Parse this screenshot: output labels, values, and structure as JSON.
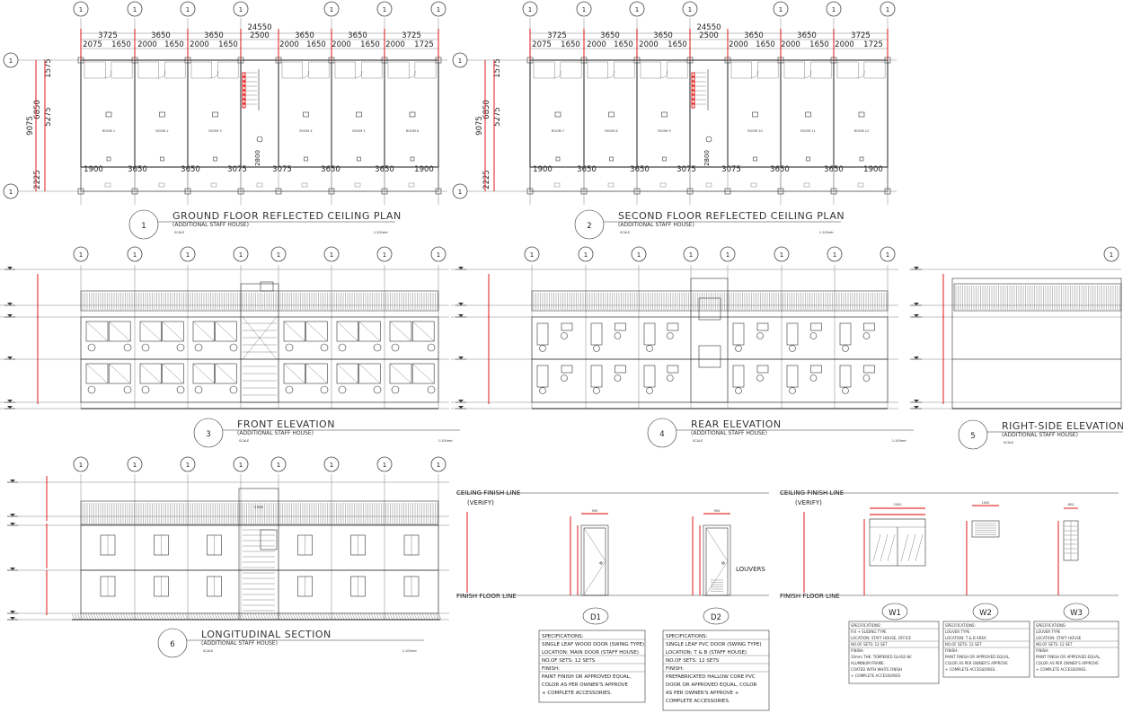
{
  "drawings": [
    {
      "num": "1",
      "title": "GROUND FLOOR REFLECTED CEILING PLAN",
      "subtitle": "(ADDITIONAL STAFF HOUSE)",
      "scale": "SCALE",
      "scale_value": "1:100mtr"
    },
    {
      "num": "2",
      "title": "SECOND FLOOR REFLECTED CEILING PLAN",
      "subtitle": "(ADDITIONAL STAFF HOUSE)",
      "scale": "SCALE",
      "scale_value": "1:100mtr"
    },
    {
      "num": "3",
      "title": "FRONT ELEVATION",
      "subtitle": "(ADDITIONAL STAFF HOUSE)",
      "scale": "SCALE",
      "scale_value": "1:100mtr"
    },
    {
      "num": "4",
      "title": "REAR ELEVATION",
      "subtitle": "(ADDITIONAL STAFF HOUSE)",
      "scale": "SCALE",
      "scale_value": "1:100mtr"
    },
    {
      "num": "5",
      "title": "RIGHT-SIDE ELEVATION",
      "subtitle": "(ADDITIONAL STAFF HOUSE)",
      "scale": "SCALE",
      "scale_value": "1:100mtr"
    },
    {
      "num": "6",
      "title": "LONGITUDINAL SECTION",
      "subtitle": "(ADDITIONAL STAFF HOUSE)",
      "scale": "SCALE",
      "scale_value": "1:100mtr"
    }
  ],
  "plan_dims": {
    "overall": "24550",
    "top_row": [
      "3725",
      "3650",
      "3650",
      "2500",
      "3650",
      "3650",
      "3725"
    ],
    "second_row": [
      "2075",
      "1650",
      "2000",
      "1650",
      "2000",
      "1650",
      "2000",
      "1650",
      "2000",
      "1650",
      "2000",
      "1725"
    ],
    "bottom_row": [
      "1900",
      "3650",
      "3650",
      "3075",
      "3075",
      "3650",
      "3650",
      "1900"
    ],
    "left": [
      "1575",
      "5275",
      "6850",
      "9075",
      "2225"
    ],
    "stair": "2800"
  },
  "room_labels_gf": [
    "ROOM 1",
    "ROOM 2",
    "ROOM 3",
    "ROOM 4",
    "ROOM 5",
    "ROOM 6"
  ],
  "room_labels_sf": [
    "ROOM 7",
    "ROOM 8",
    "ROOM 9",
    "ROOM 10",
    "ROOM 11",
    "ROOM 12"
  ],
  "grid_bubble": "1",
  "section": {
    "stair_label": "STAIR"
  },
  "doors": {
    "ceiling_line": "CEILING FINISH LINE",
    "verify": "(VERIFY)",
    "floor_line": "FINISH FLOOR LINE",
    "d1": {
      "tag": "D1",
      "width": "900",
      "louvers": ""
    },
    "d2": {
      "tag": "D2",
      "width": "900",
      "louvers": "LOUVERS"
    },
    "specs": [
      {
        "tag": "D1",
        "lines": [
          "SPECIFICATIONS:",
          "SINGLE LEAF WOOD DOOR (SWING TYPE)",
          "LOCATION: MAIN DOOR (STAFF HOUSE)",
          "NO.OF SETS: 12 SETS",
          "FINISH:",
          "PAINT FINISH OR APPROVED EQUAL,",
          "COLOR AS PER OWNER'S APPROVE",
          "+ COMPLETE ACCESSORIES."
        ]
      },
      {
        "tag": "D2",
        "lines": [
          "SPECIFICATIONS:",
          "SINGLE LEAF PVC DOOR (SWING TYPE)",
          "LOCATION: T & B (STAFF HOUSE)",
          "NO.OF SETS: 12 SETS",
          "FINISH:",
          "PREFABRICATED HALLOW CORE PVC",
          "DOOR OR APPROVED EQUAL, COLOR",
          "AS PER OWNER'S APPROVE +",
          "COMPLETE ACCESSORIES."
        ]
      }
    ]
  },
  "windows": {
    "ceiling_line": "CEILING FINISH LINE",
    "verify": "(VERIFY)",
    "floor_line": "FINISH FLOOR LINE",
    "w1": {
      "tag": "W1",
      "width": "2000"
    },
    "w2": {
      "tag": "W2",
      "width": "1000"
    },
    "w3": {
      "tag": "W3",
      "width": "600"
    },
    "specs": [
      {
        "tag": "W1",
        "lines": [
          "SPECIFICATIONS:",
          "FIX + SLIDING TYPE",
          "LOCATION: STAFF HOUSE, OFFICE",
          "NO.OF SETS: 12 SET",
          "FINISH:",
          "10mm THK. TEMPERED GLASS W/",
          "ALUMINUM FRAME.",
          "COATED WITH WHITE FINISH",
          "+ COMPLETE ACCESSORIES"
        ]
      },
      {
        "tag": "W2",
        "lines": [
          "SPECIFICATIONS:",
          "LOUVER TYPE",
          "LOCATION: T & B AREA",
          "NO.OF SETS: 12 SET",
          "FINISH:",
          "PAINT FINISH OR APPROVED EQUAL,",
          "COLOR AS PER OWNER'S APPROVE",
          "+ COMPLETE ACCESSORIES."
        ]
      },
      {
        "tag": "W3",
        "lines": [
          "SPECIFICATIONS:",
          "LOUVER TYPE",
          "LOCATION: STAFF HOUSE",
          "NO.OF SETS: 12 SET",
          "FINISH:",
          "PAINT FINISH OR APPROVED EQUAL,",
          "COLOR AS PER OWNER'S APPROVE",
          "+ COMPLETE ACCESSORIES."
        ]
      }
    ]
  }
}
